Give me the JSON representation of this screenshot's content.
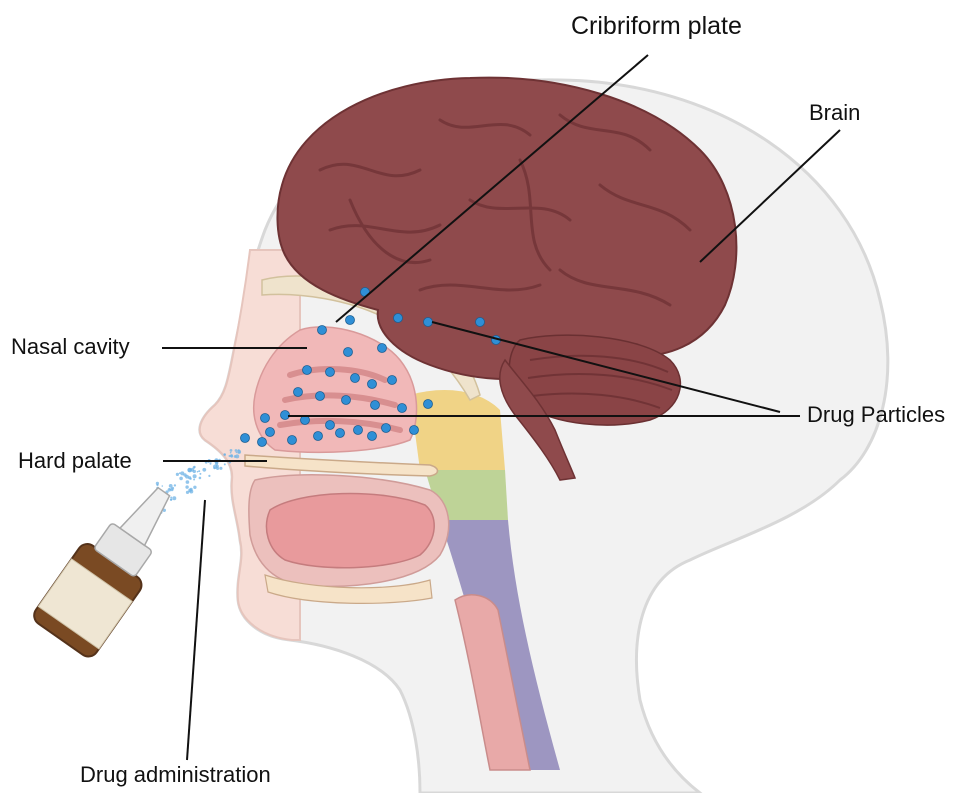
{
  "labels": {
    "cribriform_plate": "Cribriform plate",
    "brain": "Brain",
    "nasal_cavity": "Nasal cavity",
    "drug_particles": "Drug Particles",
    "hard_palate": "Hard palate",
    "drug_administration": "Drug administration"
  },
  "colors": {
    "brain": "#8f4a4c",
    "brain_fold": "#6e3234",
    "head_outline": "#d8d8d8",
    "head_fill": "#f2f2f2",
    "skin": "#f5d6cf",
    "nasal": "#f1b8b8",
    "mouth": "#e89a9c",
    "particle": "#2f8fd6",
    "airway_yellow": "#f0cf7a",
    "airway_green": "#b8cf8d",
    "airway_purple": "#8e86b8",
    "bottle": "#7a4a23",
    "bottle_label": "#efe6d3",
    "leader_line": "#111111"
  }
}
